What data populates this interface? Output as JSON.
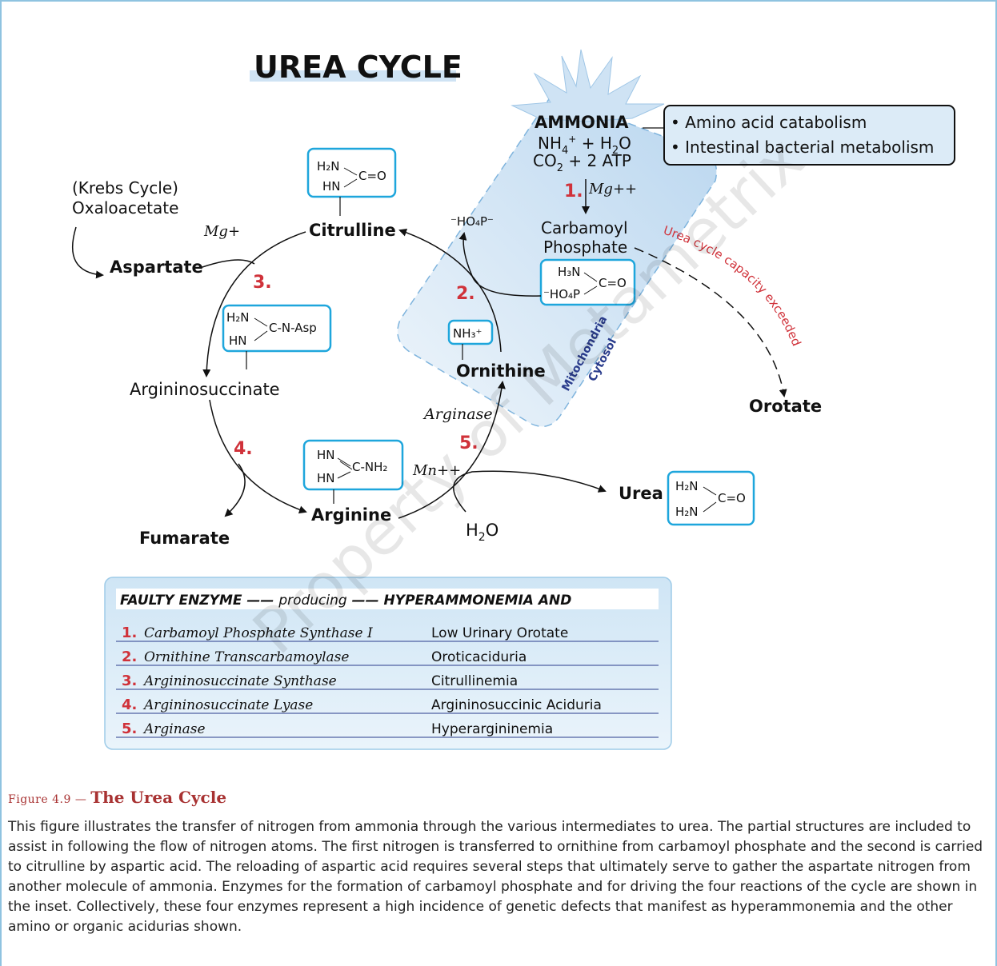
{
  "title": "UREA CYCLE",
  "ammonia": {
    "label": "AMMONIA",
    "line1": "NH",
    "line1_sub": "4",
    "line1_sup": "+",
    "line1_rest": " + H",
    "line1_sub2": "2",
    "line1_end": "O",
    "line2": "CO",
    "line2_sub": "2",
    "line2_rest": " + 2 ATP"
  },
  "sources": [
    "• Amino acid catabolism",
    "• Intestinal bacterial metabolism"
  ],
  "krebs": {
    "line1": "(Krebs Cycle)",
    "line2": "Oxaloacetate"
  },
  "nodes": {
    "aspartate": "Aspartate",
    "citrulline": "Citrulline",
    "argininosuccinate": "Argininosuccinate",
    "arginine": "Arginine",
    "ornithine": "Ornithine",
    "fumarate": "Fumarate",
    "urea": "Urea",
    "orotate": "Orotate",
    "carbamoyl1": "Carbamoyl",
    "carbamoyl2": "Phosphate",
    "water": "H",
    "water_sub": "2",
    "water_end": "O"
  },
  "cofactors": {
    "mg_plus": "Mg+",
    "mg_plusplus": "Mg++",
    "mn_plusplus": "Mn++",
    "arginase": "Arginase"
  },
  "steps": [
    "1.",
    "2.",
    "3.",
    "4.",
    "5."
  ],
  "phosphate_label": "⁻HO₄P⁻",
  "compartments": {
    "mito": "Mitochondria",
    "cytosol": "Cytosol"
  },
  "capacity_label": "Urea cycle capacity exceeded",
  "structures": {
    "citrulline": {
      "top": "H₂N",
      "bottom": "HN",
      "right": "C=O"
    },
    "carbamoyl": {
      "top": "H₃N",
      "bottom": "⁻HO₄P",
      "right": "C=O"
    },
    "argininosuccinate": {
      "top": "H₂N",
      "bottom": "HN",
      "right": "C-N-Asp"
    },
    "ornithine": {
      "top": "NH₃⁺"
    },
    "arginine": {
      "top": "HN",
      "bottom": "HN",
      "right": "C-NH₂"
    },
    "urea": {
      "top": "H₂N",
      "bottom": "H₂N",
      "right": "C=O"
    }
  },
  "table": {
    "header": {
      "col1": "FAULTY ENZYME",
      "mid": "producing",
      "col2": "HYPERAMMONEMIA AND"
    },
    "rows": [
      {
        "num": "1.",
        "enzyme": "Carbamoyl Phosphate Synthase I",
        "result": "Low Urinary Orotate"
      },
      {
        "num": "2.",
        "enzyme": "Ornithine Transcarbamoylase",
        "result": "Oroticaciduria"
      },
      {
        "num": "3.",
        "enzyme": "Argininosuccinate Synthase",
        "result": "Citrullinemia"
      },
      {
        "num": "4.",
        "enzyme": "Argininosuccinate Lyase",
        "result": "Argininosuccinic Aciduria"
      },
      {
        "num": "5.",
        "enzyme": "Arginase",
        "result": "Hyperargininemia"
      }
    ]
  },
  "caption": {
    "fig_label": "Figure 4.9 — ",
    "fig_title": "The Urea Cycle",
    "body": "This figure illustrates the transfer of nitrogen from ammonia through the various intermediates to urea. The partial structures are included to assist in following the flow of nitrogen atoms. The first nitrogen is transferred to ornithine from carbamoyl phosphate and the second is carried to citrulline by aspartic acid. The reloading of aspartic acid requires several steps that ultimately serve to gather the aspartate nitrogen from another molecule of ammonia. Enzymes for the formation of carbamoyl phosphate and for driving the four reactions of the cycle are shown in the inset. Collectively, these four enzymes represent a high incidence of genetic defects that manifest as hyperammonemia and the other amino or organic acidurias shown."
  },
  "watermark": "Property of Metametrix",
  "colors": {
    "accent_blue": "#1ea6dc",
    "red": "#d0323a",
    "navy": "#2a3c8c",
    "light_blue": "#cfe3f4"
  }
}
